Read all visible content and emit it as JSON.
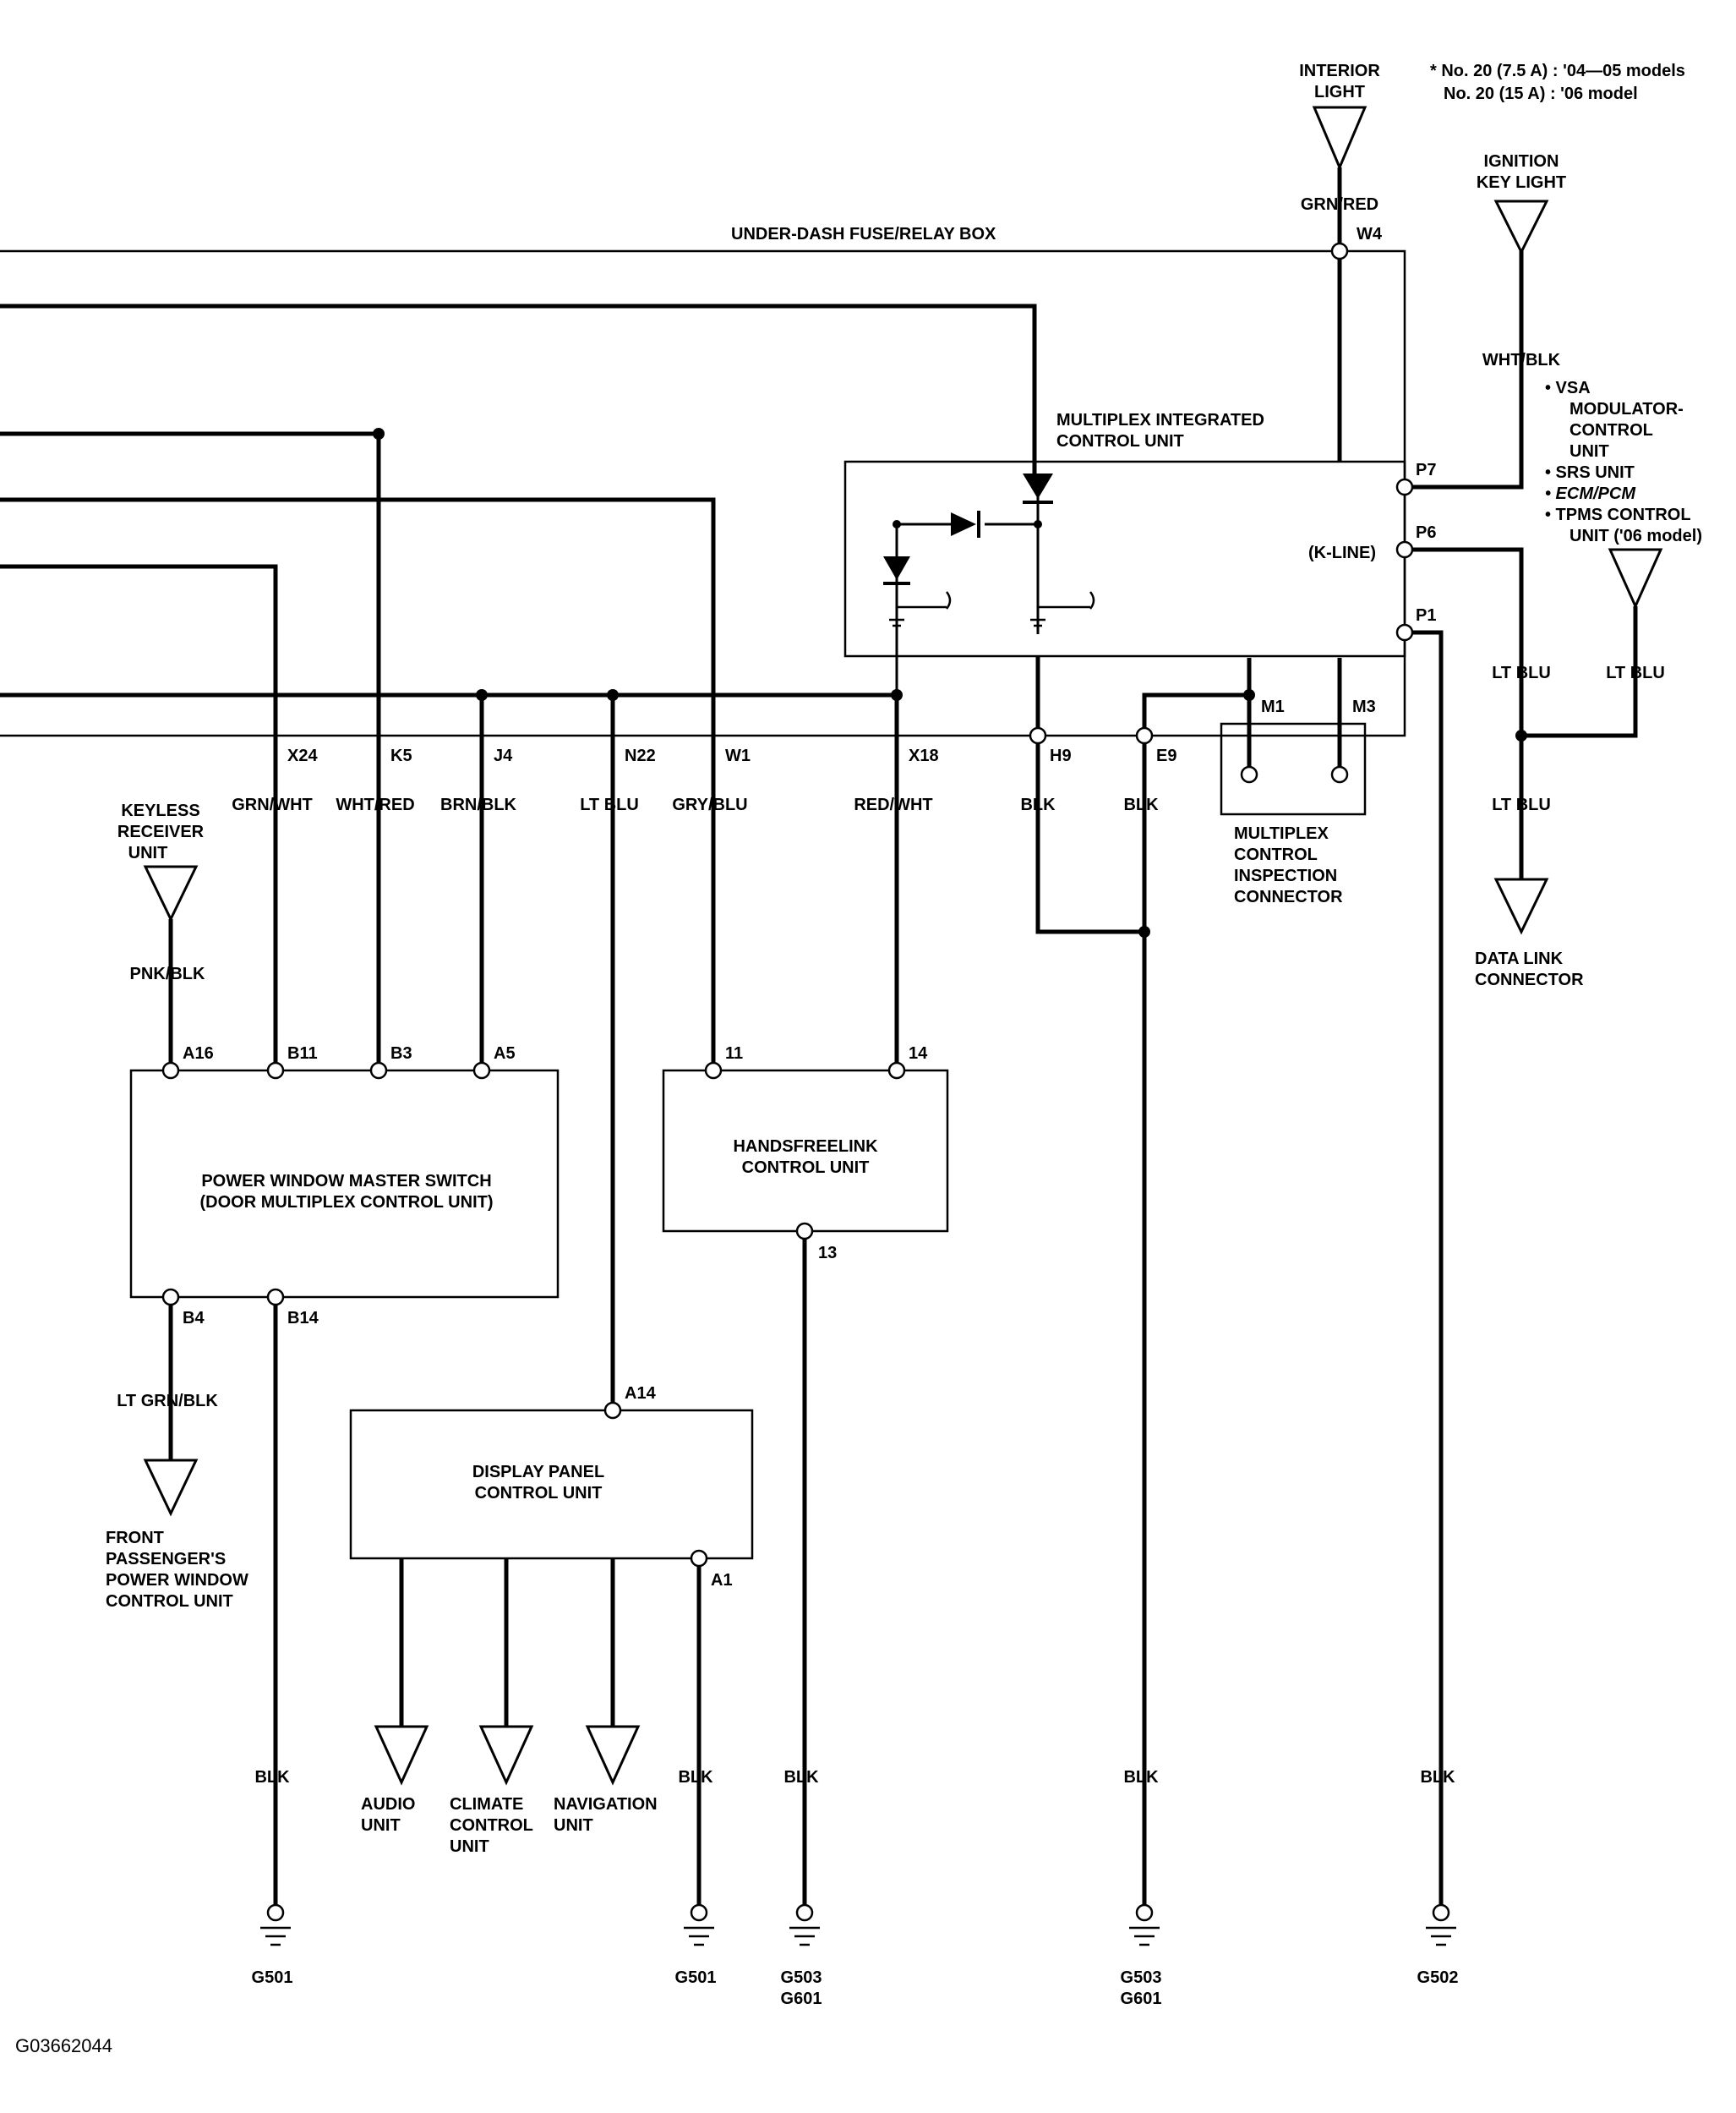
{
  "notes": {
    "fuse_line1": "* No. 20 (7.5 A) : '04—05 models",
    "fuse_line2": "No. 20 (15 A) : '06 model"
  },
  "fuse_box": {
    "label": "UNDER-DASH FUSE/RELAY BOX"
  },
  "components": {
    "interior_light": [
      "INTERIOR",
      "LIGHT"
    ],
    "ignition_key_light": [
      "IGNITION",
      "KEY LIGHT"
    ],
    "micu": [
      "MULTIPLEX INTEGRATED",
      "CONTROL UNIT"
    ],
    "kline": "(K-LINE)",
    "vsa_list": [
      "•  VSA",
      "MODULATOR-",
      "CONTROL",
      "UNIT",
      "•  SRS UNIT",
      "•  ECM/PCM",
      "•  TPMS CONTROL",
      "UNIT ('06 model)"
    ],
    "inspection_connector": [
      "MULTIPLEX",
      "CONTROL",
      "INSPECTION",
      "CONNECTOR"
    ],
    "data_link": [
      "DATA LINK",
      "CONNECTOR"
    ],
    "keyless": [
      "KEYLESS",
      "RECEIVER",
      "UNIT"
    ],
    "pwms": [
      "POWER WINDOW MASTER SWITCH",
      "(DOOR MULTIPLEX CONTROL UNIT)"
    ],
    "hfl": [
      "HANDSFREELINK",
      "CONTROL UNIT"
    ],
    "display": [
      "DISPLAY PANEL",
      "CONTROL UNIT"
    ],
    "front_passenger": [
      "FRONT",
      "PASSENGER'S",
      "POWER WINDOW",
      "CONTROL UNIT"
    ],
    "audio": [
      "AUDIO",
      "UNIT"
    ],
    "climate": [
      "CLIMATE",
      "CONTROL",
      "UNIT"
    ],
    "navigation": [
      "NAVIGATION",
      "UNIT"
    ]
  },
  "pins": {
    "W4": "W4",
    "P7": "P7",
    "P6": "P6",
    "P1": "P1",
    "M1": "M1",
    "M3": "M3",
    "X24": "X24",
    "K5": "K5",
    "J4": "J4",
    "N22": "N22",
    "W1": "W1",
    "X18": "X18",
    "H9": "H9",
    "E9": "E9",
    "A16": "A16",
    "B11": "B11",
    "B3": "B3",
    "A5": "A5",
    "B4": "B4",
    "B14": "B14",
    "h11": "11",
    "h14": "14",
    "h13": "13",
    "A14": "A14",
    "A1": "A1"
  },
  "wires": {
    "grn_red": "GRN/RED",
    "wht_blk": "WHT/BLK",
    "grn_wht": "GRN/WHT",
    "wht_red": "WHT/RED",
    "brn_blk": "BRN/BLK",
    "lt_blu": "LT BLU",
    "gry_blu": "GRY/BLU",
    "red_wht": "RED/WHT",
    "blk": "BLK",
    "pnk_blk": "PNK/BLK",
    "lt_grn_blk": "LT GRN/BLK"
  },
  "grounds": {
    "g501": "G501",
    "g503": "G503",
    "g601": "G601",
    "g502": "G502"
  },
  "figure_id": "G03662044"
}
